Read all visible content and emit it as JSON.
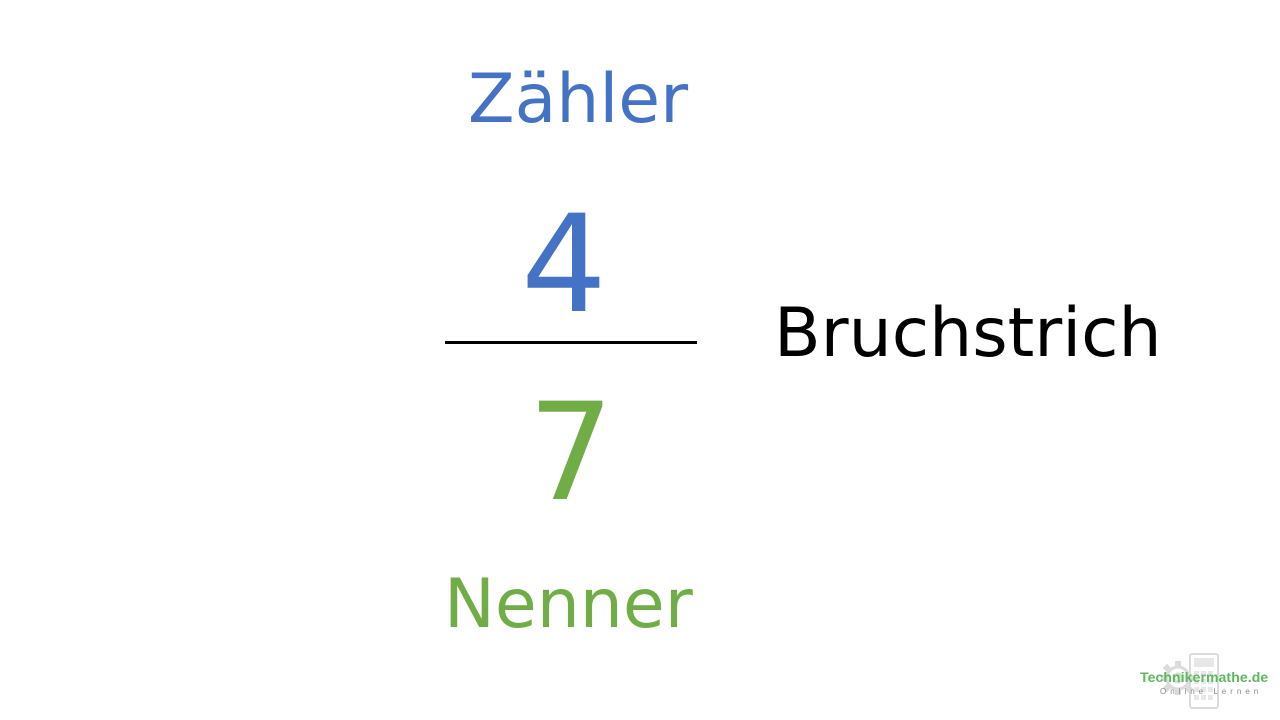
{
  "fraction": {
    "numerator_label": "Zähler",
    "numerator": "4",
    "bar_label": "Bruchstrich",
    "denominator": "7",
    "denominator_label": "Nenner"
  },
  "watermark": {
    "brand": "Technikermathe.de",
    "tagline": "Online Lernen",
    "icon": "gear-calculator-icon"
  },
  "colors": {
    "numerator": "#4472c4",
    "denominator": "#70ad47",
    "bar": "#000000",
    "watermark_text": "#5cb85c"
  }
}
